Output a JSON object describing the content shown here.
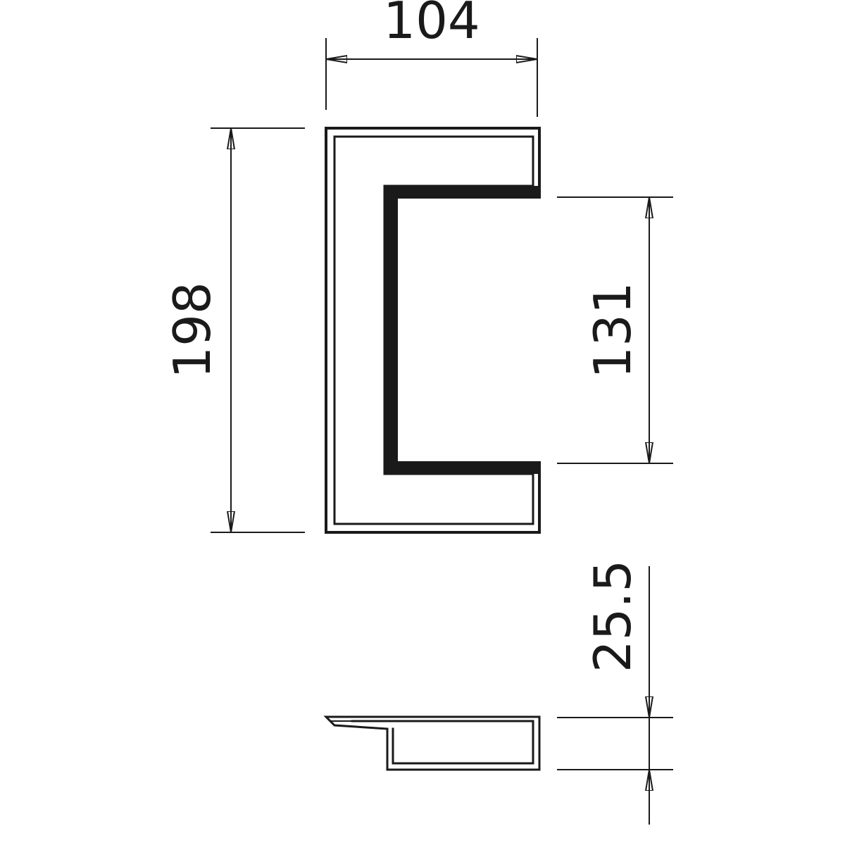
{
  "dimensions": {
    "width": "104",
    "height": "198",
    "opening": "131",
    "depth": "25.5"
  },
  "colors": {
    "line": "#1a1a1a",
    "background": "#ffffff"
  }
}
